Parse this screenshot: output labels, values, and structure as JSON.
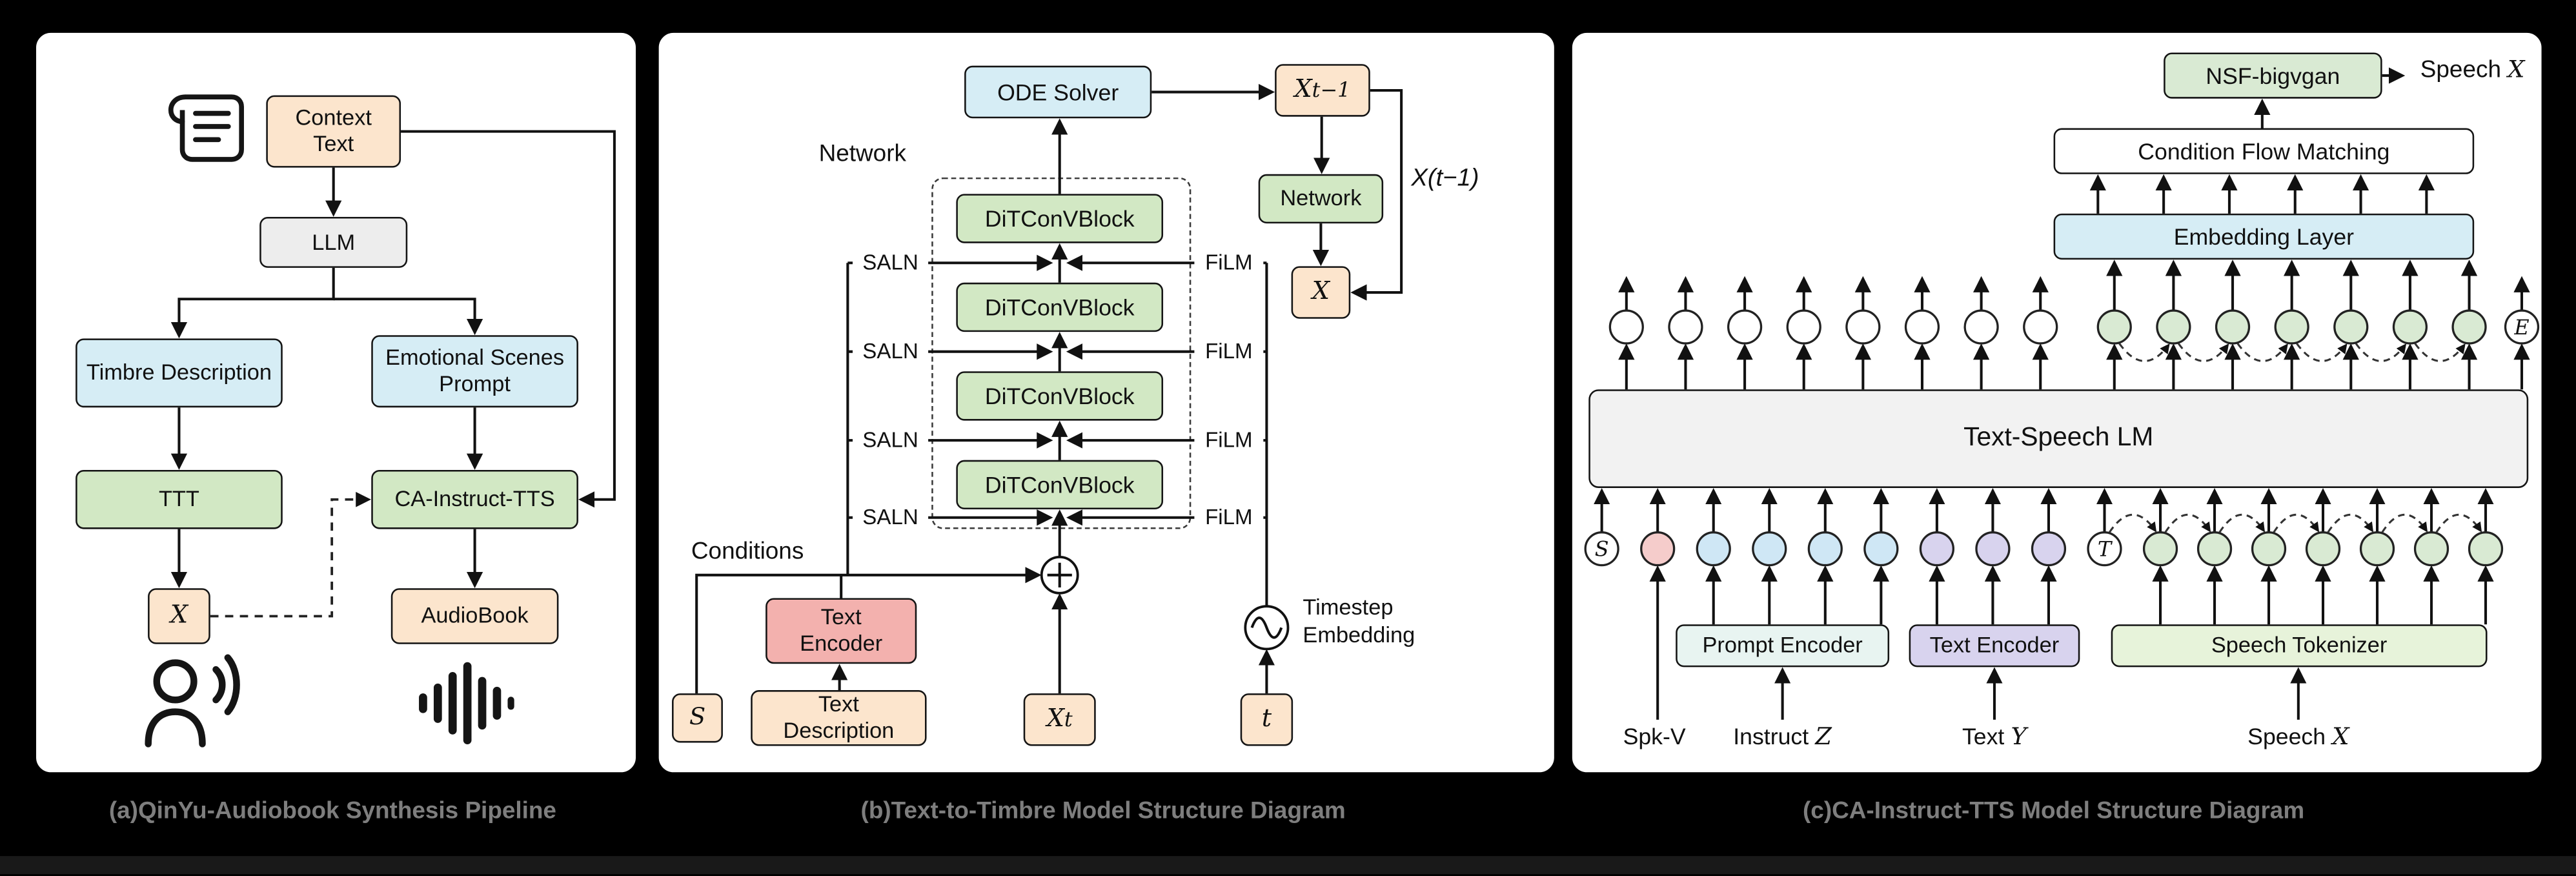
{
  "captions": {
    "a": "(a)QinYu-Audiobook Synthesis Pipeline",
    "b": "(b)Text-to-Timbre Model Structure Diagram",
    "c": "(c)CA-Instruct-TTS Model Structure Diagram"
  },
  "panel_a": {
    "context_text": "Context Text",
    "llm": "LLM",
    "timbre_description": "Timbre Description",
    "emotional_scenes_prompt": "Emotional Scenes Prompt",
    "ttt": "TTT",
    "ca_instruct_tts": "CA-Instruct-TTS",
    "x_var": "X",
    "audiobook": "AudioBook"
  },
  "panel_b": {
    "ode_solver": "ODE Solver",
    "x_prev": {
      "base": "X",
      "sub": "t−1"
    },
    "network_box": "Network",
    "network_label": "Network",
    "x_var": "X",
    "x_loop_label": "X(t−1)",
    "blocks": [
      "DiTConVBlock",
      "DiTConVBlock",
      "DiTConVBlock",
      "DiTConVBlock"
    ],
    "saln": "SALN",
    "film": "FiLM",
    "conditions": "Conditions",
    "text_encoder": "Text Encoder",
    "text_description": "Text Description",
    "s_var": "S",
    "x_t": {
      "base": "X",
      "sub": "t"
    },
    "t_var": "t",
    "timestep_embedding": "Timestep Embedding"
  },
  "panel_c": {
    "nsf_bigvgan": "NSF-bigvgan",
    "speech_out": {
      "label": "Speech",
      "var": "X"
    },
    "condition_flow_matching": "Condition Flow Matching",
    "embedding_layer": "Embedding Layer",
    "text_speech_lm": "Text-Speech LM",
    "prompt_encoder": "Prompt Encoder",
    "text_encoder": "Text Encoder",
    "speech_tokenizer": "Speech Tokenizer",
    "inputs": {
      "spk_v": {
        "label": "Spk-V",
        "var": ""
      },
      "instruct": {
        "label": "Instruct",
        "var": "Z"
      },
      "text": {
        "label": "Text",
        "var": "Y"
      },
      "speech": {
        "label": "Speech",
        "var": "X"
      }
    },
    "special_tokens": {
      "s": "S",
      "t": "T",
      "e": "E"
    },
    "top_tokens": [
      "white",
      "white",
      "white",
      "white",
      "white",
      "white",
      "white",
      "white",
      "green",
      "green",
      "green",
      "green",
      "green",
      "green",
      "green",
      "E"
    ],
    "bottom_tokens": [
      "S",
      "pink",
      "cyan",
      "cyan",
      "cyan",
      "cyan",
      "lavender",
      "lavender",
      "lavender",
      "T",
      "green",
      "green",
      "green",
      "green",
      "green",
      "green",
      "green"
    ]
  },
  "colors": {
    "peach": "#fce5cd",
    "gray": "#ededed",
    "cyan": "#d6edf5",
    "green": "#d2e8c4",
    "red": "#f3b1ae",
    "lavender": "#d8d3ee",
    "light_green": "#e7f3da",
    "teal": "#e8f4f1",
    "lm_gray": "#f2f2f2",
    "tokens": {
      "white": "#ffffff",
      "green": "#d9ead3",
      "pink": "#f5cccb",
      "cyan": "#cfe7f5",
      "lavender": "#d8d3ee",
      "S": "#ffffff",
      "T": "#ffffff",
      "E": "#ffffff"
    }
  }
}
